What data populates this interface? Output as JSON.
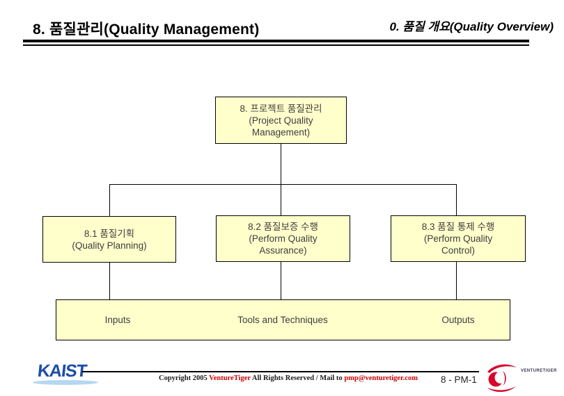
{
  "header": {
    "title_left": "8. 품질관리(Quality Management)",
    "title_right": "0. 품질 개요(Quality Overview)"
  },
  "diagram": {
    "root": {
      "lines": [
        "8. 프로젝트 품질관리",
        "(Project Quality",
        "Management)"
      ]
    },
    "children": [
      {
        "lines": [
          "8.1 품질기획",
          "(Quality Planning)",
          ""
        ]
      },
      {
        "lines": [
          "8.2 품질보증 수행",
          "(Perform Quality",
          "Assurance)"
        ]
      },
      {
        "lines": [
          "8.3 품질 통제 수행",
          "(Perform Quality",
          "Control)"
        ]
      }
    ],
    "io_bar": {
      "labels": [
        "Inputs",
        "Tools and Techniques",
        "Outputs"
      ]
    },
    "box_fill_color": "#FFFFCC"
  },
  "footer": {
    "kaist_logo_text": "KAIST",
    "copyright": {
      "prefix": "Copyright 2005 ",
      "brand": "VentureTiger",
      "middle": " All Rights Reserved / Mail to ",
      "email": "pmp@venturetiger.com"
    },
    "page_number": "8 - PM-1",
    "venturetiger_logo_text": "VENTURETIGER"
  },
  "colors": {
    "box_fill": "#FFFFCC",
    "brand_red": "#CC0000",
    "kaist_blue": "#1C4EA4",
    "swoosh_blue": "#B5D8F0"
  }
}
